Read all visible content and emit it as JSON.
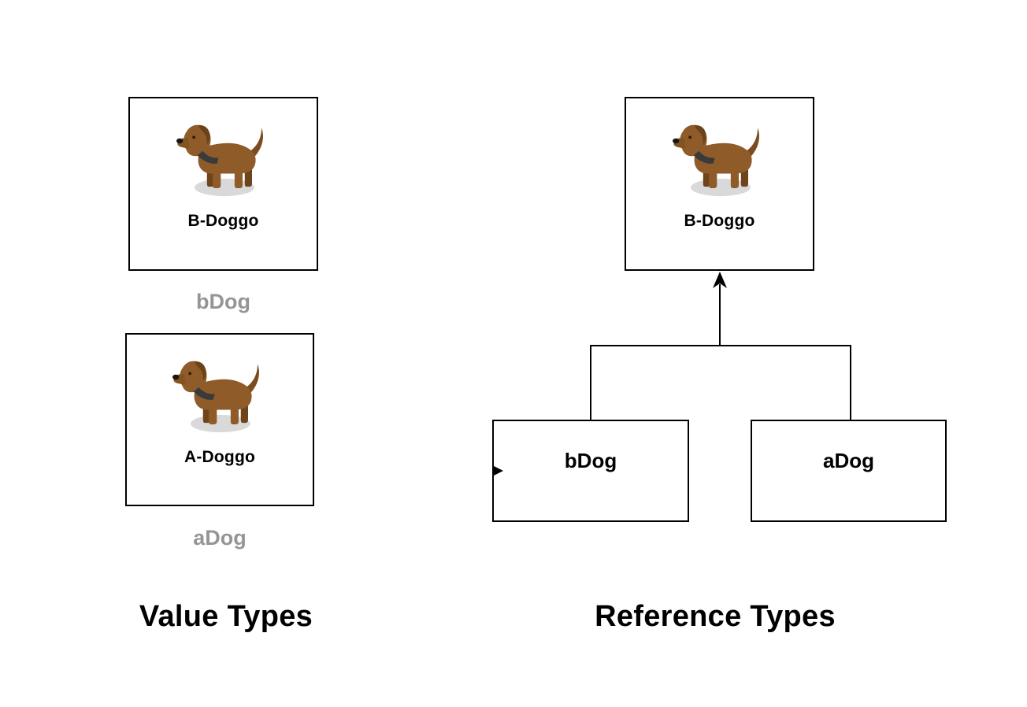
{
  "value_section": {
    "title": "Value Types",
    "items": [
      {
        "object_label": "B-Doggo",
        "var_label": "bDog"
      },
      {
        "object_label": "A-Doggo",
        "var_label": "aDog"
      }
    ]
  },
  "reference_section": {
    "title": "Reference Types",
    "object_label": "B-Doggo",
    "variables": [
      {
        "label": "bDog"
      },
      {
        "label": "aDog"
      }
    ]
  },
  "icons": {
    "dog": "dog-icon",
    "up_arrow": "up-arrowhead-icon",
    "right_arrow": "right-arrowhead-icon"
  },
  "colors": {
    "background": "#ffffff",
    "box_border": "#000000",
    "connector": "#000000",
    "object_label_color": "#000000",
    "variable_label_gray": "#959595",
    "title_color": "#000000",
    "dog_body_brown": "#8E5B29",
    "dog_dark_brown": "#6E451A",
    "dog_muzzle_brown": "#83541F",
    "dog_collar_dark": "#3A3A3A",
    "dog_shadow_gray": "#D9D9D9"
  }
}
